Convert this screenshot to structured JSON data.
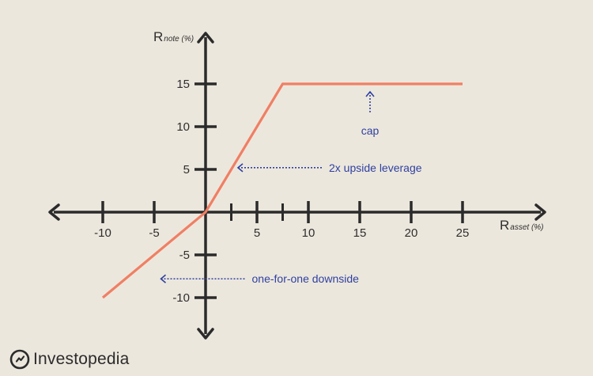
{
  "chart_data": {
    "type": "line",
    "series": [
      {
        "x": [
          -10,
          0,
          7.5,
          25
        ],
        "y": [
          -10,
          0,
          15,
          15
        ]
      }
    ],
    "x_ticks": [
      -10,
      -5,
      5,
      10,
      15,
      20,
      25
    ],
    "x_ticks_minor": [
      2.5,
      7.5
    ],
    "y_ticks": [
      -10,
      -5,
      5,
      10,
      15
    ],
    "xlim": [
      -15,
      33
    ],
    "ylim": [
      -14,
      21
    ],
    "xlabel_main": "R",
    "xlabel_sub": "asset (%)",
    "ylabel_main": "R",
    "ylabel_sub": "note (%)",
    "grid": false,
    "annotations": [
      {
        "text": "cap",
        "arrow_x": 16,
        "arrow_y": 15,
        "text_y": 10,
        "direction": "up"
      },
      {
        "text": "2x upside leverage",
        "arrow_x": 3,
        "arrow_y": 5.2,
        "text_x": 12,
        "direction": "left"
      },
      {
        "text": "one-for-one downside",
        "arrow_x": -4.5,
        "arrow_y": -7.8,
        "text_x": 4.5,
        "direction": "left"
      }
    ],
    "colors": {
      "series": "#f07f64",
      "axis": "#2b2b2b",
      "annotation": "#2f41a0"
    }
  },
  "brand": {
    "name": "Investopedia",
    "logo_icon": "investopedia-logo-icon"
  },
  "colors": {
    "background": "#ece7dd"
  }
}
